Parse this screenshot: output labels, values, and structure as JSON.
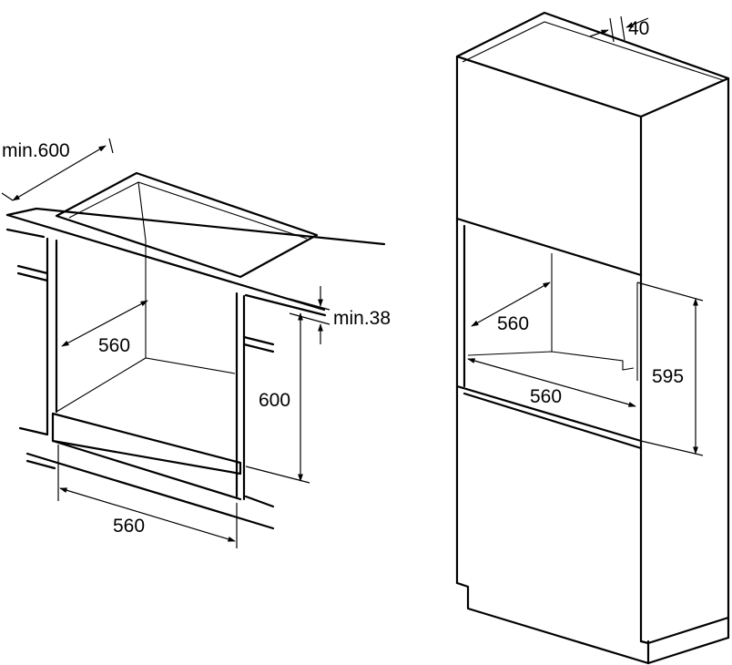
{
  "under_counter": {
    "min_depth_label": "min.600",
    "worktop_thickness_label": "min.38",
    "inner_depth_label": "560",
    "height_label": "600",
    "width_label": "560"
  },
  "tall_unit": {
    "back_gap_label": "40",
    "inner_depth_label": "560",
    "inner_width_label": "560",
    "niche_height_label": "595"
  },
  "colors": {
    "line": "#000000",
    "background": "#ffffff"
  }
}
